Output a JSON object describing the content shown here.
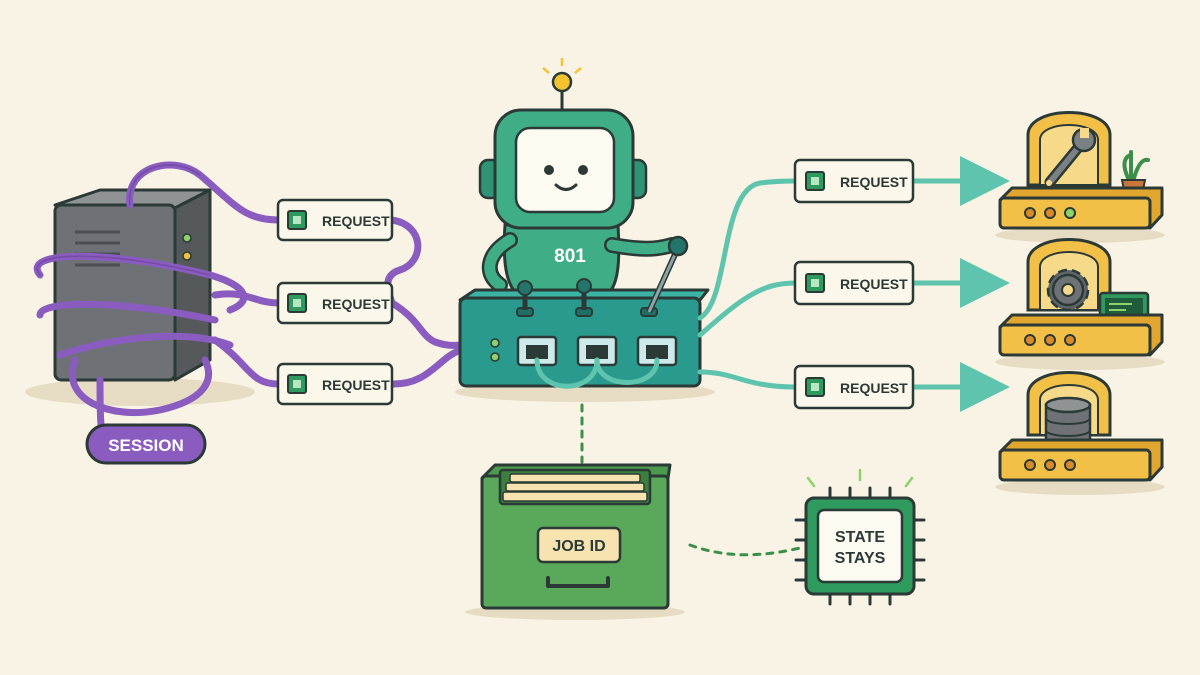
{
  "colors": {
    "background": "#f8f3e4",
    "outline": "#2b3a36",
    "purple_cable": "#8a5cc0",
    "teal_cable": "#5fc4ad",
    "robot_green": "#3fae86",
    "switch_teal": "#2a9a8e",
    "drawer_green": "#5aa85a",
    "service_gold": "#f2bf47",
    "server_gray": "#6e7276",
    "chip_green": "#2f9a5e"
  },
  "left_requests": [
    {
      "label": "REQUEST"
    },
    {
      "label": "REQUEST"
    },
    {
      "label": "REQUEST"
    }
  ],
  "right_requests": [
    {
      "label": "REQUEST"
    },
    {
      "label": "REQUEST"
    },
    {
      "label": "REQUEST"
    }
  ],
  "session_tag": {
    "label": "SESSION"
  },
  "robot": {
    "badge": "801"
  },
  "drawer": {
    "label": "JOB ID"
  },
  "state_chip": {
    "line1": "STATE",
    "line2": "STAYS"
  },
  "services": [
    {
      "icon": "wrench-icon"
    },
    {
      "icon": "gear-icon"
    },
    {
      "icon": "database-icon"
    }
  ]
}
